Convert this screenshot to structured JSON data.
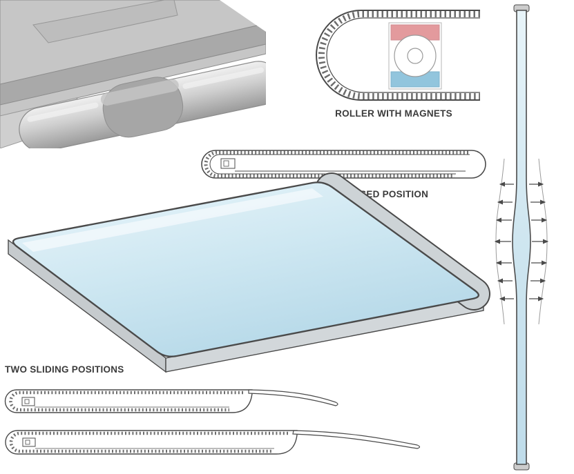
{
  "labels": {
    "roller_with_magnets": "ROLLER WITH MAGNETS",
    "closed_position": "CLOSED POSITION",
    "two_sliding_positions": "TWO SLIDING POSITIONS"
  },
  "colors": {
    "outline": "#4a4a4a",
    "label_text": "#3b3b3b",
    "screen_light": "#eaf5fa",
    "screen_dark": "#b5d8e8",
    "magnet_red": "#e39a9d",
    "magnet_blue": "#92c5dd",
    "metal_gray": "#c6c6c6"
  }
}
